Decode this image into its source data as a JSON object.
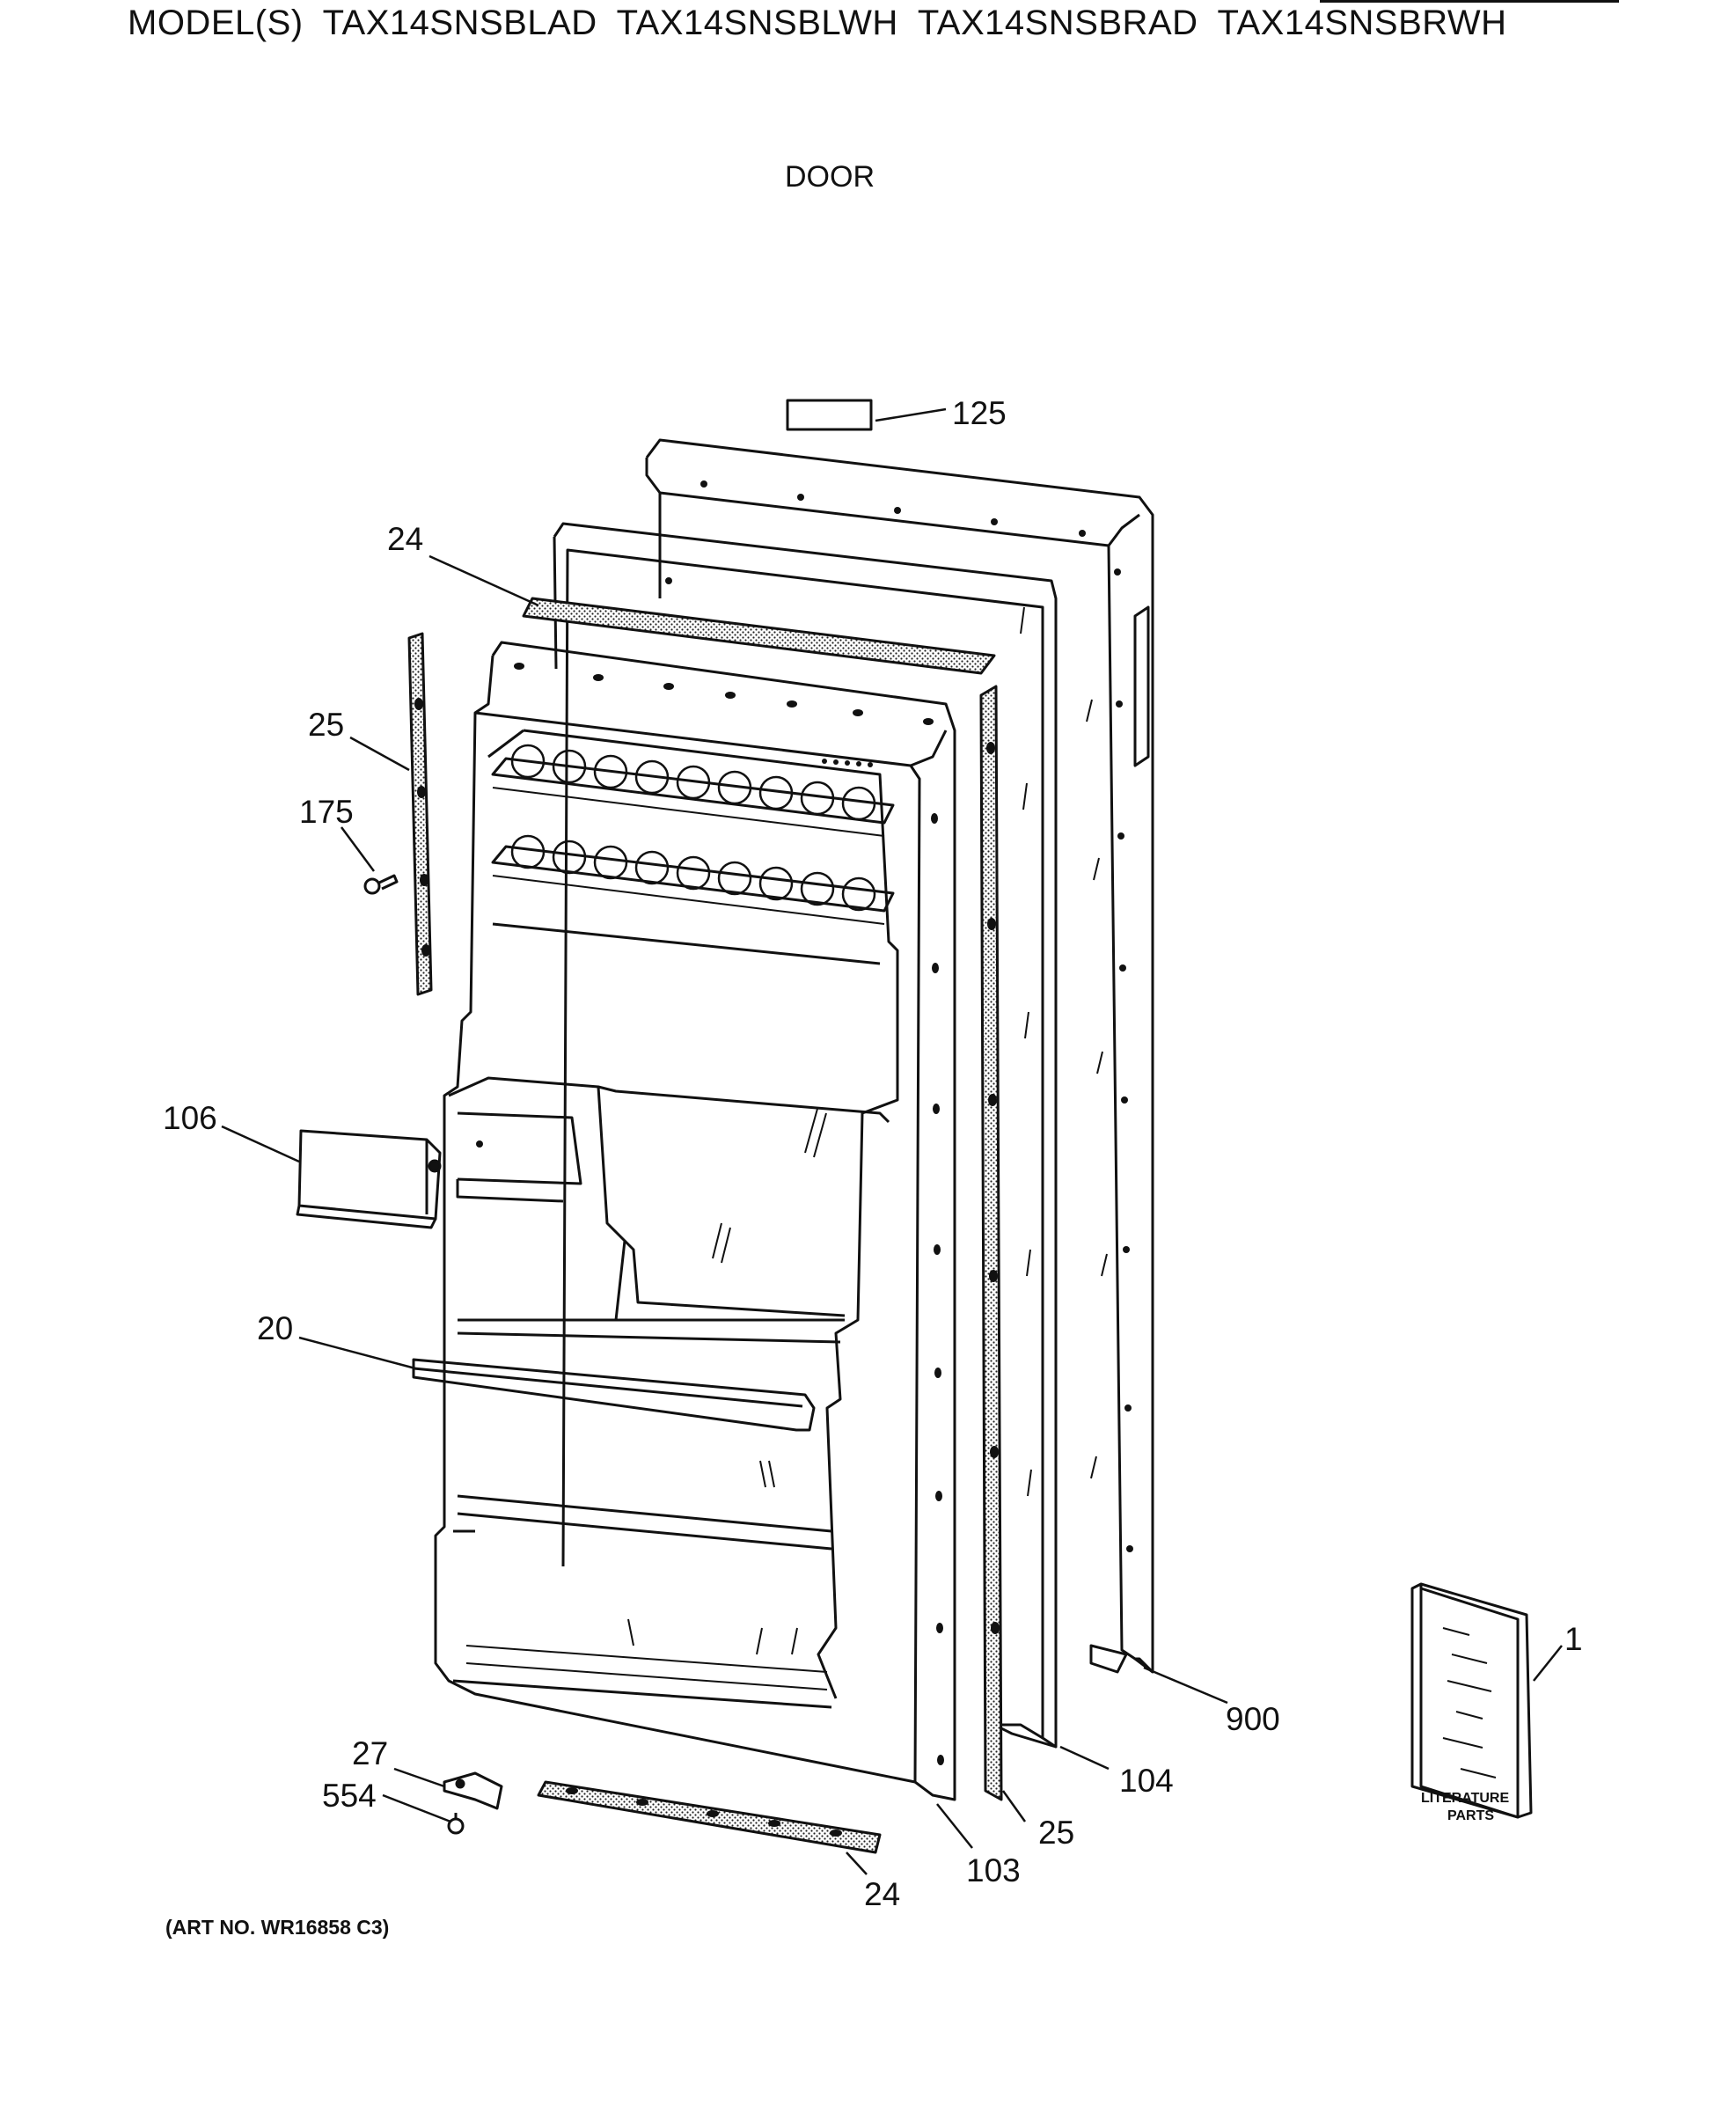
{
  "header": {
    "prefix": "MODEL(S)",
    "models": [
      "TAX14SNSBLAD",
      "TAX14SNSBLWH",
      "TAX14SNSBRAD",
      "TAX14SNSBRWH"
    ]
  },
  "section_title": "DOOR",
  "callouts": {
    "c125": "125",
    "c24_top": "24",
    "c25_left": "25",
    "c175": "175",
    "c106": "106",
    "c20": "20",
    "c27": "27",
    "c554": "554",
    "c24_bottom": "24",
    "c103": "103",
    "c25_right": "25",
    "c104": "104",
    "c900": "900",
    "c1": "1"
  },
  "literature": {
    "line1": "LITERATURE",
    "line2": "PARTS"
  },
  "art_number": "(ART NO. WR16858 C3)"
}
